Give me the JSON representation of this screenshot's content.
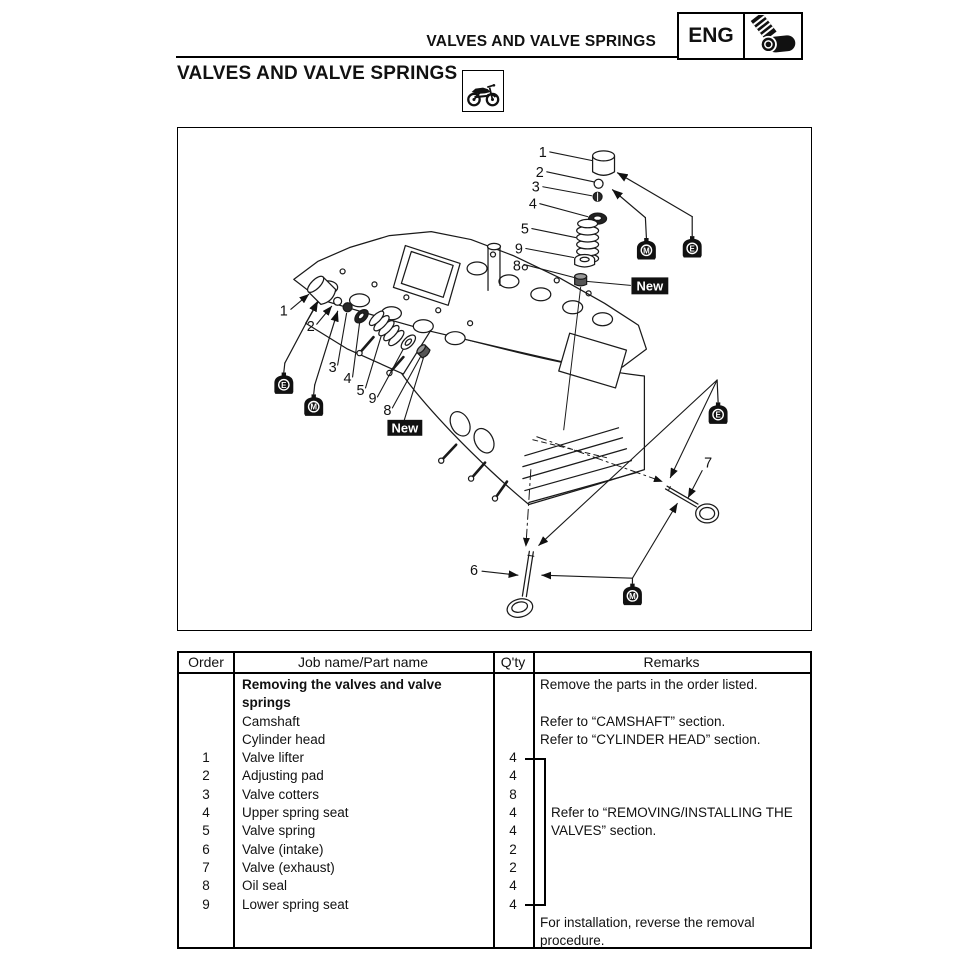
{
  "header": {
    "running_title": "VALVES AND VALVE SPRINGS",
    "eng_label": "ENG"
  },
  "section": {
    "title": "VALVES AND VALVE SPRINGS"
  },
  "diagram": {
    "new_label": "New",
    "oil_m": "M",
    "oil_e": "E",
    "callouts": [
      "1",
      "2",
      "3",
      "4",
      "5",
      "6",
      "7",
      "8",
      "9"
    ]
  },
  "table": {
    "headers": [
      "Order",
      "Job name/Part name",
      "Q'ty",
      "Remarks"
    ],
    "rows": [
      {
        "order": "",
        "name": "Removing the valves and valve",
        "bold": true,
        "qty": "",
        "remark": "Remove the parts in the order listed."
      },
      {
        "order": "",
        "name": "springs",
        "bold": true,
        "qty": "",
        "remark": ""
      },
      {
        "order": "",
        "name": "Camshaft",
        "bold": false,
        "qty": "",
        "remark": "Refer to “CAMSHAFT” section."
      },
      {
        "order": "",
        "name": "Cylinder head",
        "bold": false,
        "qty": "",
        "remark": "Refer to “CYLINDER HEAD” section."
      },
      {
        "order": "1",
        "name": "Valve lifter",
        "bold": false,
        "qty": "4",
        "remark": ""
      },
      {
        "order": "2",
        "name": "Adjusting pad",
        "bold": false,
        "qty": "4",
        "remark": ""
      },
      {
        "order": "3",
        "name": "Valve cotters",
        "bold": false,
        "qty": "8",
        "remark": ""
      },
      {
        "order": "4",
        "name": "Upper spring seat",
        "bold": false,
        "qty": "4",
        "remark": "Refer to “REMOVING/INSTALLING THE",
        "indent": true
      },
      {
        "order": "5",
        "name": "Valve spring",
        "bold": false,
        "qty": "4",
        "remark": "VALVES” section.",
        "indent": true
      },
      {
        "order": "6",
        "name": "Valve (intake)",
        "bold": false,
        "qty": "2",
        "remark": ""
      },
      {
        "order": "7",
        "name": "Valve (exhaust)",
        "bold": false,
        "qty": "2",
        "remark": ""
      },
      {
        "order": "8",
        "name": "Oil seal",
        "bold": false,
        "qty": "4",
        "remark": ""
      },
      {
        "order": "9",
        "name": "Lower spring seat",
        "bold": false,
        "qty": "4",
        "remark": ""
      },
      {
        "order": "",
        "name": "",
        "bold": false,
        "qty": "",
        "remark": "For installation, reverse the removal"
      },
      {
        "order": "",
        "name": "",
        "bold": false,
        "qty": "",
        "remark": "procedure."
      }
    ]
  }
}
